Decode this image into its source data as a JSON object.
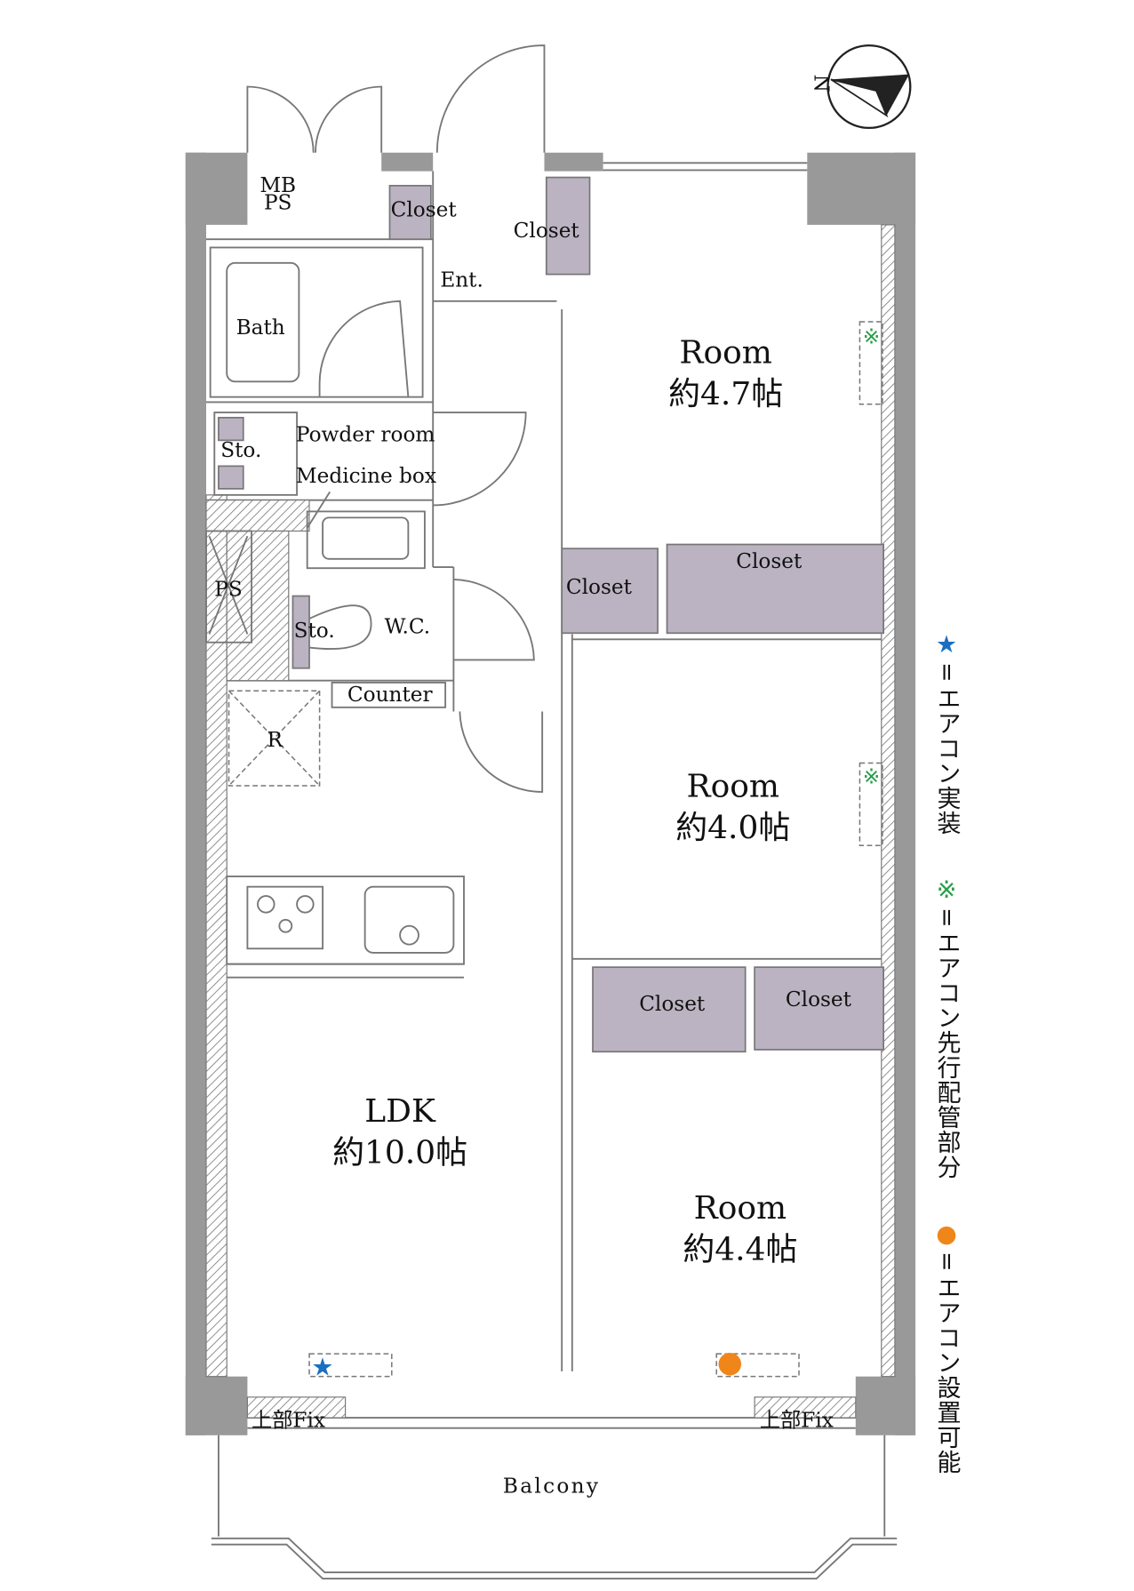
{
  "compass": {
    "label": "N"
  },
  "rooms": [
    {
      "name": "Room",
      "size": "約4.7帖"
    },
    {
      "name": "Room",
      "size": "約4.0帖"
    },
    {
      "name": "Room",
      "size": "約4.4帖"
    },
    {
      "name": "LDK",
      "size": "約10.0帖"
    }
  ],
  "labels": {
    "mb_ps": [
      "MB",
      "PS"
    ],
    "closet": "Closet",
    "entrance": "Ent.",
    "bath": "Bath",
    "powder_room": "Powder room",
    "medicine_box": "Medicine box",
    "storage": "Sto.",
    "ps": "PS",
    "wc": "W.C.",
    "counter": "Counter",
    "refrigerator": "R",
    "fix_window": "上部Fix",
    "balcony": "Balcony"
  },
  "legend": [
    {
      "symbol": "★",
      "color": "#1a6fc0",
      "eq": "=",
      "text": "エアコン実装"
    },
    {
      "symbol": "※",
      "color": "#2a9d4a",
      "eq": "=",
      "text": "エアコン先行配管部分"
    },
    {
      "symbol": "●",
      "color": "#f0861a",
      "eq": "=",
      "text": "エアコン設置可能"
    }
  ]
}
